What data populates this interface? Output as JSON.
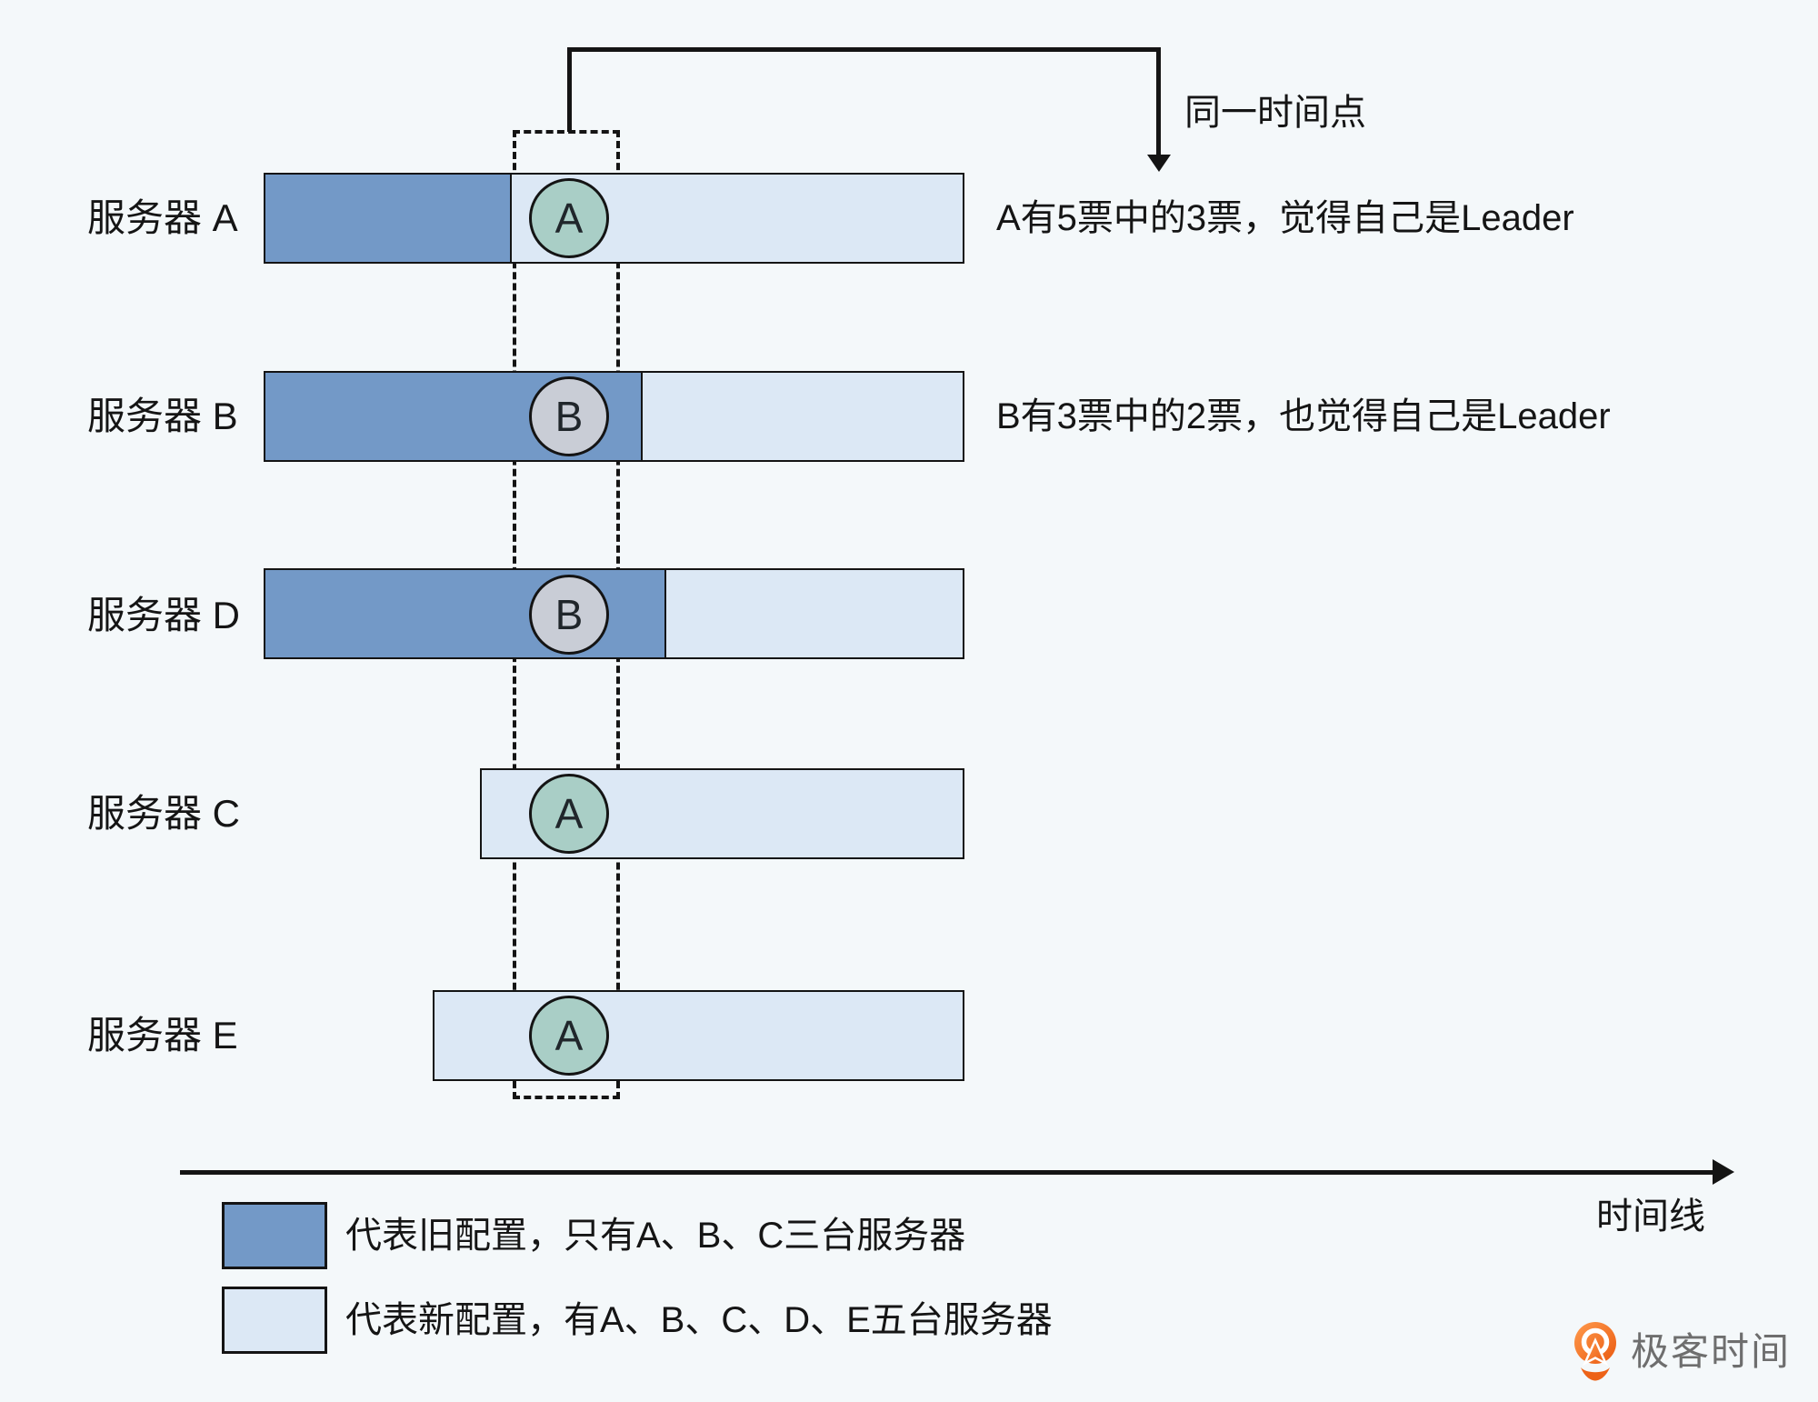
{
  "diagram": {
    "same_time_label": "同一时间点",
    "timeline_label": "时间线",
    "rows": [
      {
        "label": "服务器 A",
        "vote": "A",
        "annotation": "A有5票中的3票，觉得自己是Leader"
      },
      {
        "label": "服务器 B",
        "vote": "B",
        "annotation": "B有3票中的2票，也觉得自己是Leader"
      },
      {
        "label": "服务器 D",
        "vote": "B",
        "annotation": ""
      },
      {
        "label": "服务器 C",
        "vote": "A",
        "annotation": ""
      },
      {
        "label": "服务器 E",
        "vote": "A",
        "annotation": ""
      }
    ],
    "legend": [
      {
        "swatch": "old",
        "label": "代表旧配置，只有A、B、C三台服务器"
      },
      {
        "swatch": "new",
        "label": "代表新配置，有A、B、C、D、E五台服务器"
      }
    ],
    "colors": {
      "old_config": "#7399c7",
      "new_config": "#dce8f5",
      "vote_a": "#a9cec6",
      "vote_b": "#c9cdd6",
      "background": "#f4f8fa",
      "stroke": "#141414",
      "logo_orange": "#ee6418",
      "logo_text_gray": "#6e6e6e"
    }
  },
  "branding": {
    "logo_text": "极客时间"
  }
}
